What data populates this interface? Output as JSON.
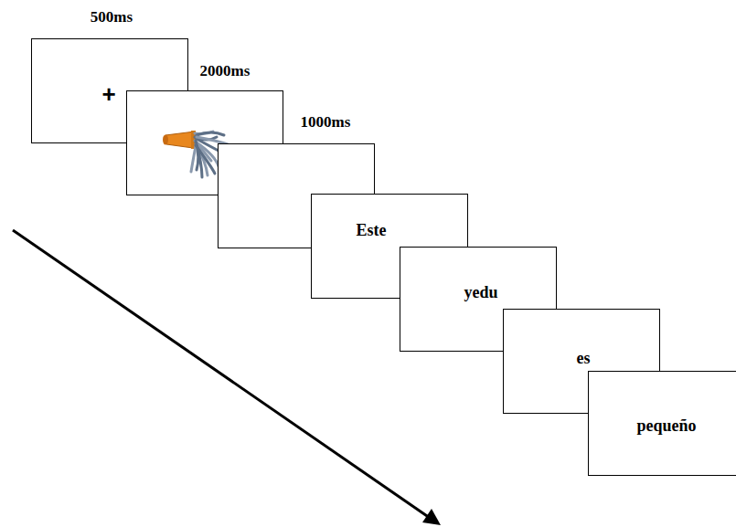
{
  "diagram": {
    "nodes": [
      {
        "text": [
          "500ms",
          "+"
        ]
      },
      {
        "text": [
          "2000ms"
        ]
      },
      {
        "text": [
          "1000ms"
        ]
      },
      {
        "text": [
          "Este"
        ]
      },
      {
        "text": [
          "yedu"
        ]
      },
      {
        "text": [
          "es"
        ]
      },
      {
        "text": [
          "pequeño"
        ]
      }
    ]
  }
}
